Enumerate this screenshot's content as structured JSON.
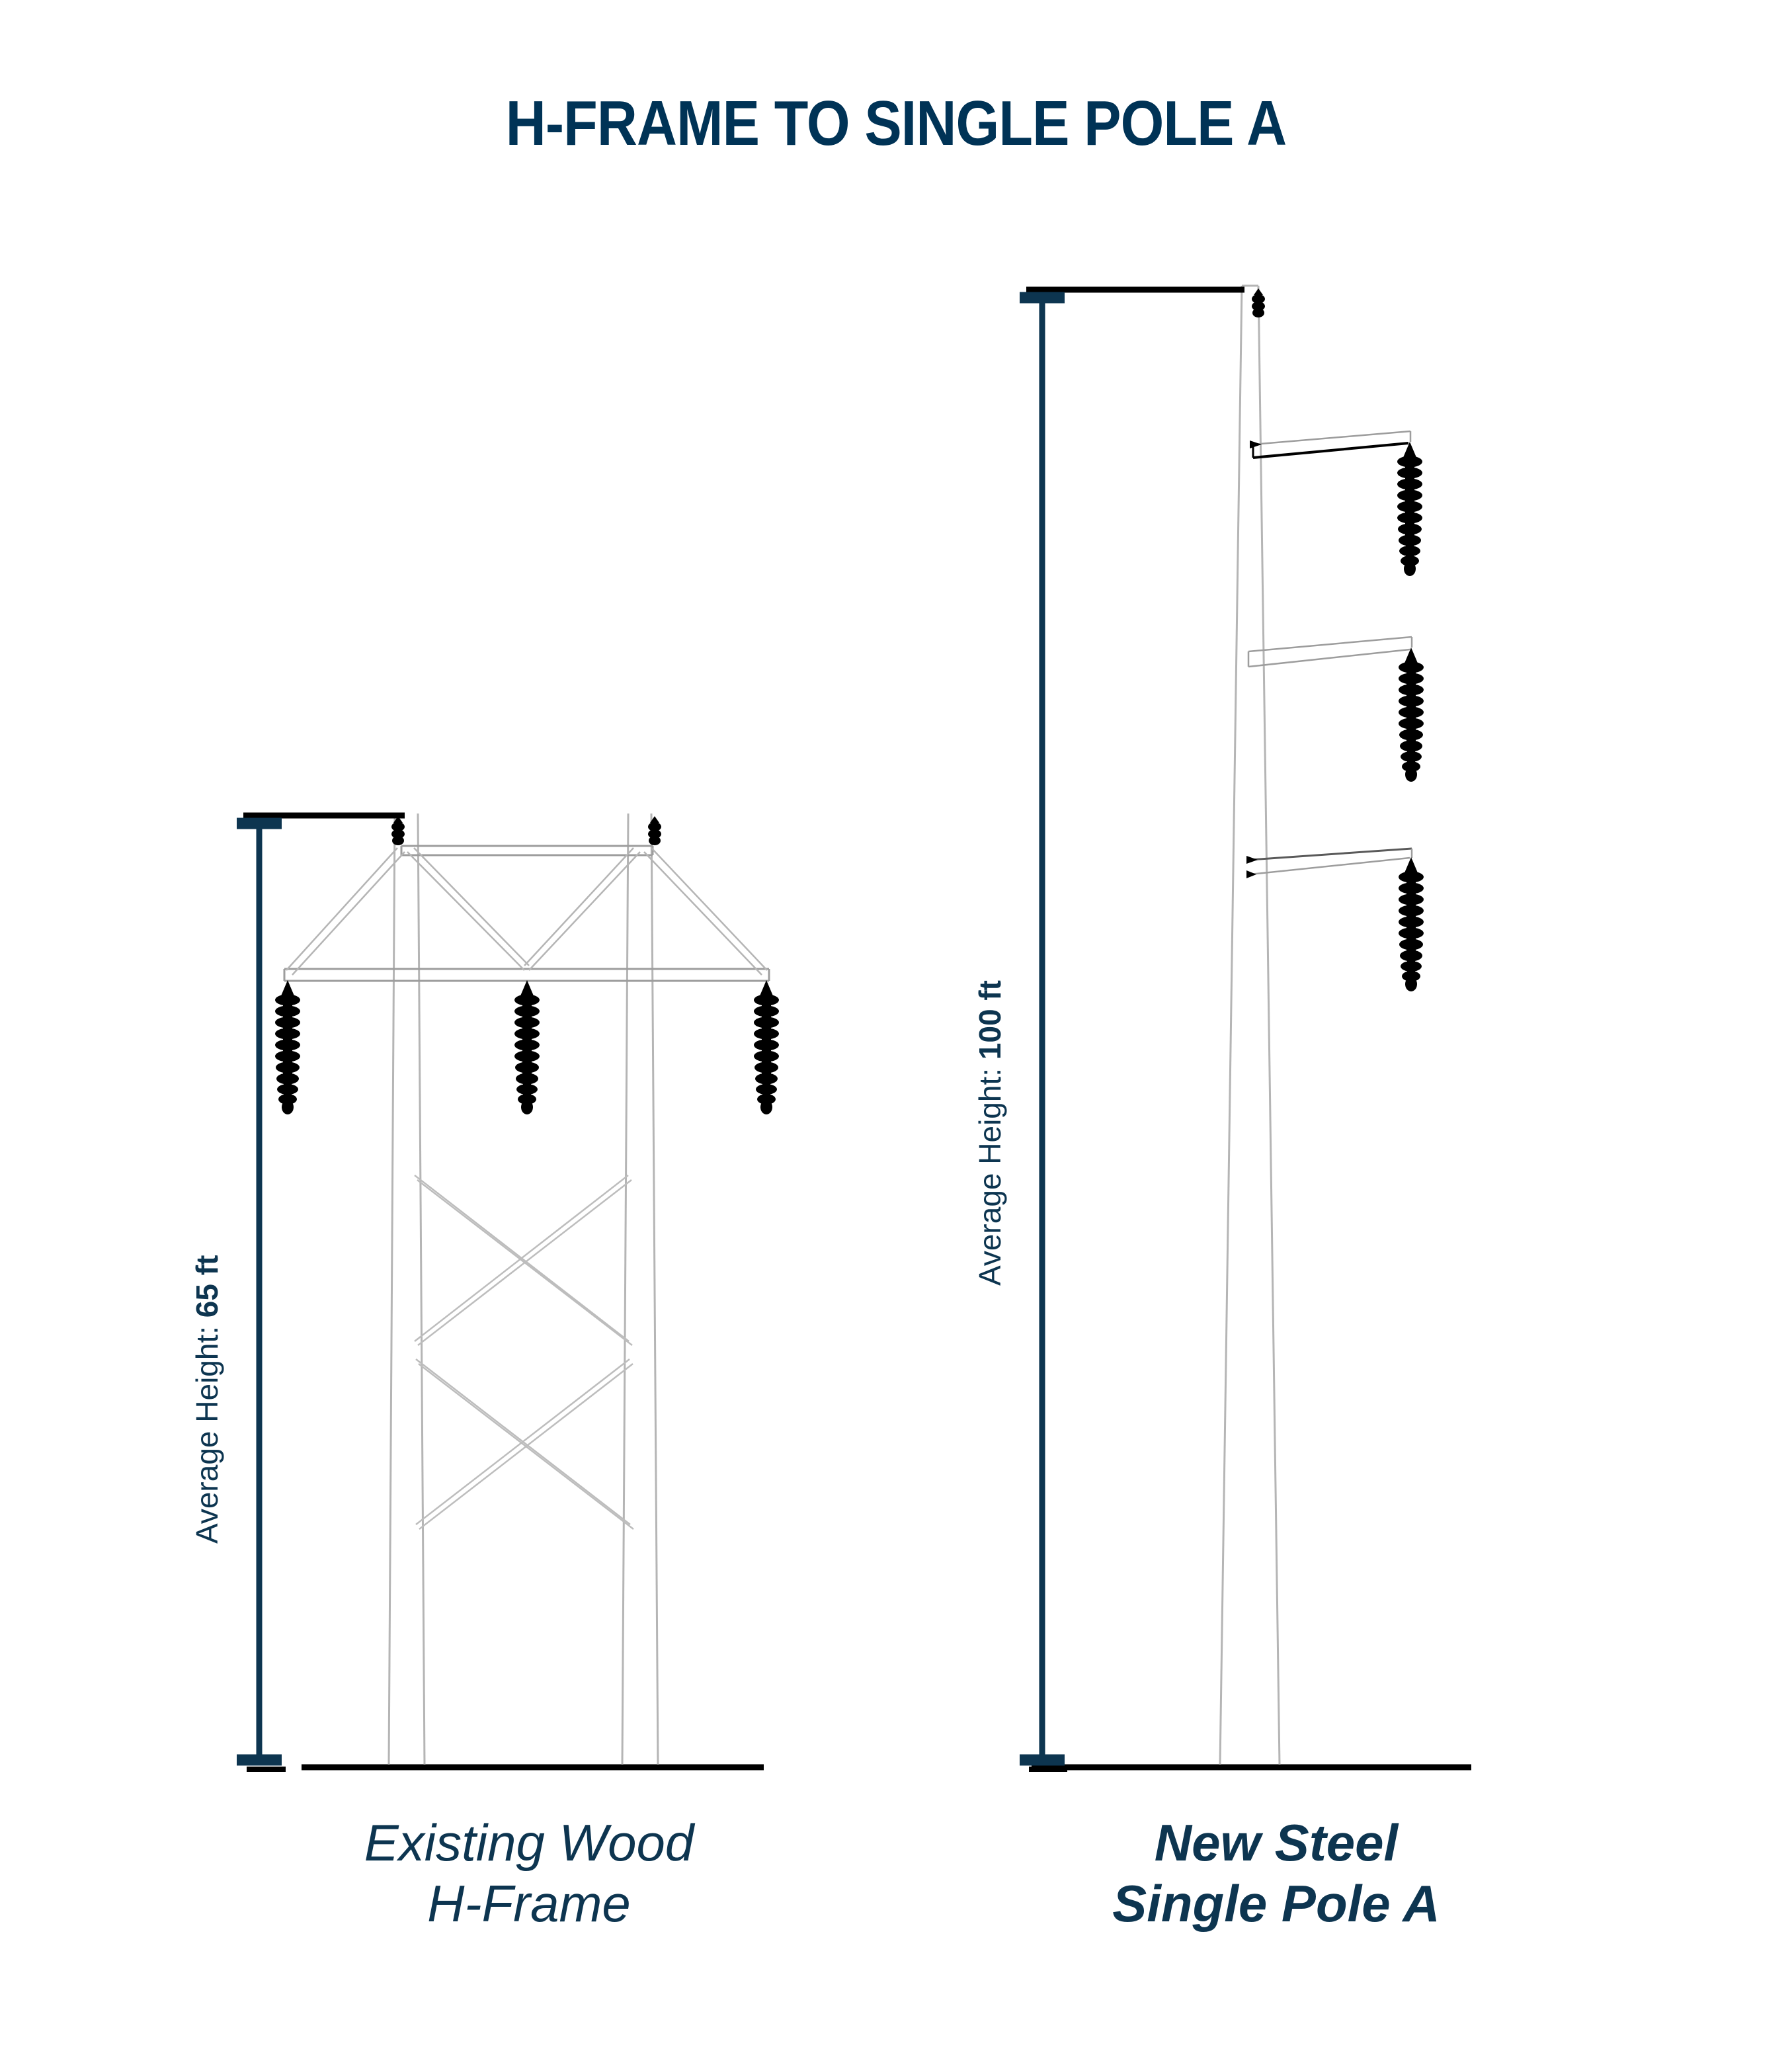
{
  "title": "H-FRAME TO SINGLE POLE A",
  "colors": {
    "title_navy": "#003356",
    "dimension_navy": "#0d3550",
    "structure_gray": "#b0b0b0",
    "ink_black": "#000000",
    "background": "#ffffff"
  },
  "left_structure": {
    "dimension_prefix": "Average Height: ",
    "dimension_value": "65 ft",
    "caption": "Existing Wood\nH-Frame",
    "type": "wood-h-frame",
    "pole_count": 2,
    "insulator_count": 3,
    "x_brace_count": 2
  },
  "right_structure": {
    "dimension_prefix": "Average Height: ",
    "dimension_value": "100 ft",
    "caption": "New Steel\nSingle Pole A",
    "type": "steel-single-pole",
    "pole_count": 1,
    "insulator_count": 3,
    "arm_count": 3
  },
  "chart_data": {
    "type": "bar",
    "title": "H-FRAME TO SINGLE POLE A",
    "categories": [
      "Existing Wood H-Frame",
      "New Steel Single Pole A"
    ],
    "values": [
      65,
      100
    ],
    "unit": "ft",
    "ylabel": "Average Height",
    "ylim": [
      0,
      100
    ]
  }
}
